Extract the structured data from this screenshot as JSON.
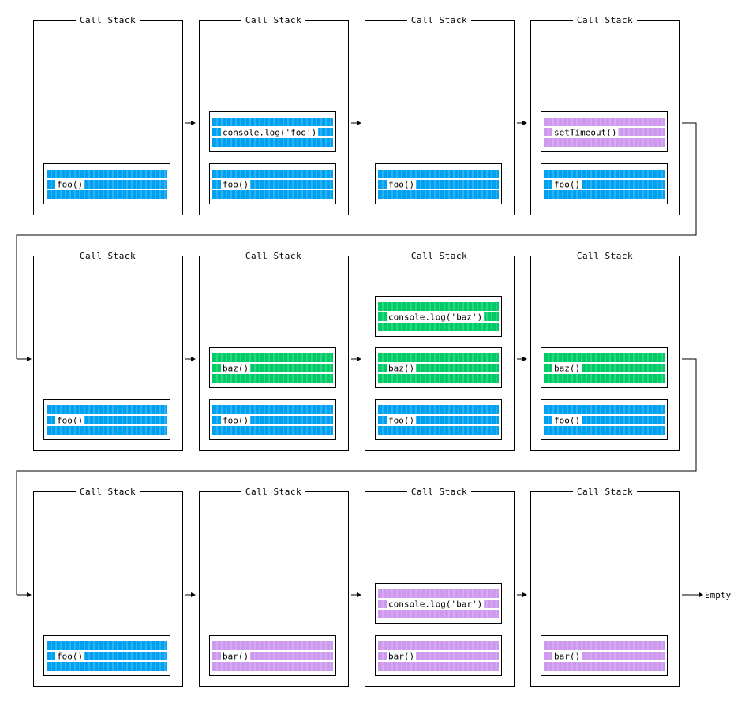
{
  "stack_title": "Call Stack",
  "end_label": "Empty",
  "colors": {
    "blue": "#00a1f1",
    "green": "#00cc66",
    "purple": "#cc99ee",
    "line": "#000000"
  },
  "rows": [
    [
      {
        "frames": [
          {
            "label": "foo()",
            "color": "blue"
          }
        ]
      },
      {
        "frames": [
          {
            "label": "foo()",
            "color": "blue"
          },
          {
            "label": "console.log('foo')",
            "color": "blue"
          }
        ]
      },
      {
        "frames": [
          {
            "label": "foo()",
            "color": "blue"
          }
        ]
      },
      {
        "frames": [
          {
            "label": "foo()",
            "color": "blue"
          },
          {
            "label": "setTimeout()",
            "color": "purple"
          }
        ]
      }
    ],
    [
      {
        "frames": [
          {
            "label": "foo()",
            "color": "blue"
          }
        ]
      },
      {
        "frames": [
          {
            "label": "foo()",
            "color": "blue"
          },
          {
            "label": "baz()",
            "color": "green"
          }
        ]
      },
      {
        "frames": [
          {
            "label": "foo()",
            "color": "blue"
          },
          {
            "label": "baz()",
            "color": "green"
          },
          {
            "label": "console.log('baz')",
            "color": "green"
          }
        ]
      },
      {
        "frames": [
          {
            "label": "foo()",
            "color": "blue"
          },
          {
            "label": "baz()",
            "color": "green"
          }
        ]
      }
    ],
    [
      {
        "frames": [
          {
            "label": "foo()",
            "color": "blue"
          }
        ]
      },
      {
        "frames": [
          {
            "label": "bar()",
            "color": "purple"
          }
        ]
      },
      {
        "frames": [
          {
            "label": "bar()",
            "color": "purple"
          },
          {
            "label": "console.log('bar')",
            "color": "purple"
          }
        ]
      },
      {
        "frames": [
          {
            "label": "bar()",
            "color": "purple"
          }
        ]
      }
    ]
  ]
}
